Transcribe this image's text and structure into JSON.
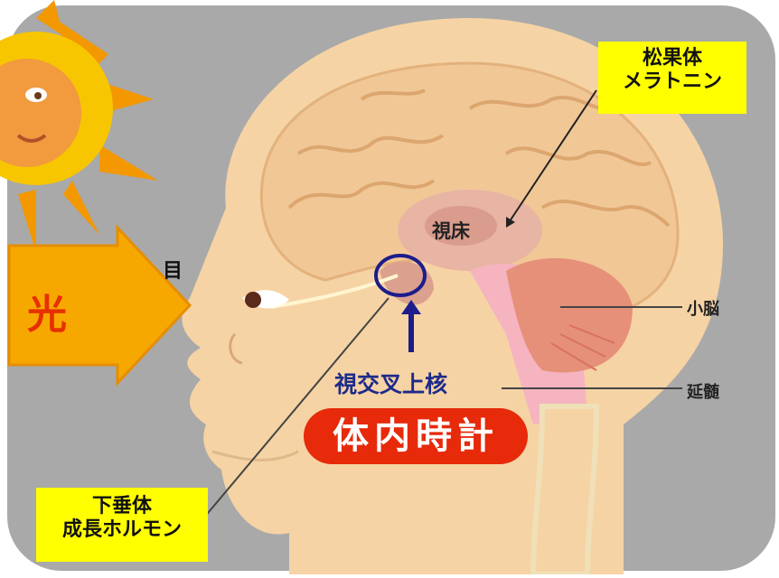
{
  "labels": {
    "pineal": "松果体",
    "melatonin": "メラトニン",
    "thalamus": "視床",
    "cerebellum": "小脳",
    "medulla": "延髄",
    "eye": "目",
    "scn": "視交叉上核",
    "body_clock": "体内時計",
    "pituitary": "下垂体",
    "growth_hormone": "成長ホルモン",
    "light": "光"
  },
  "colors": {
    "background_gray": "#a9a9a9",
    "skin": "#f6d3a4",
    "brain": "#f1c796",
    "sun": "#f7b500",
    "arrow": "#f7a800",
    "highlight_yellow": "#ffff00",
    "clock_red": "#e62a0a",
    "scn_circle": "#1c1c8c"
  }
}
